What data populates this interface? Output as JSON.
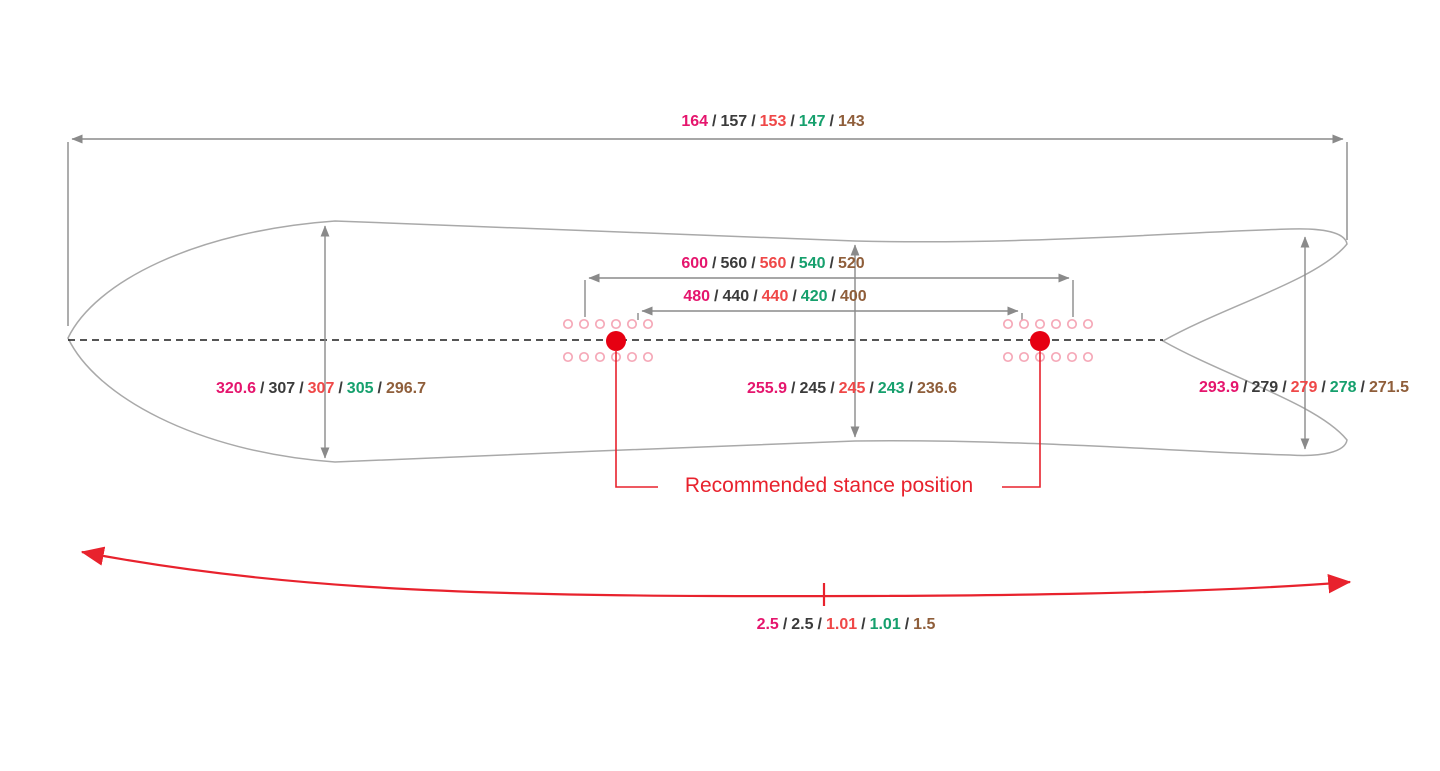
{
  "title": "Snowboard dimension diagram",
  "colors": {
    "size1": "#e5156d",
    "size2": "#3b3b3b",
    "size3": "#ef4848",
    "size4": "#16a06d",
    "size5": "#8f5e3a",
    "accent_red": "#e8222d",
    "dot_red": "#e60012",
    "insert_pink": "#f5a9b8",
    "dimension_gray": "#8a8a8a"
  },
  "ui": {
    "slash": "/"
  },
  "labels": {
    "stance": "Recommended stance position"
  },
  "measurements": {
    "overall_length": {
      "values": [
        "164",
        "157",
        "153",
        "147",
        "143"
      ]
    },
    "insert_span_outer": {
      "values": [
        "600",
        "560",
        "560",
        "540",
        "520"
      ]
    },
    "insert_span_inner": {
      "values": [
        "480",
        "440",
        "440",
        "420",
        "400"
      ]
    },
    "nose_width": {
      "values": [
        "320.6",
        "307",
        "307",
        "305",
        "296.7"
      ]
    },
    "waist_width": {
      "values": [
        "255.9",
        "245",
        "245",
        "243",
        "236.6"
      ]
    },
    "tail_width": {
      "values": [
        "293.9",
        "279",
        "279",
        "278",
        "271.5"
      ]
    },
    "camber_height": {
      "values": [
        "2.5",
        "2.5",
        "1.01",
        "1.01",
        "1.5"
      ]
    }
  }
}
